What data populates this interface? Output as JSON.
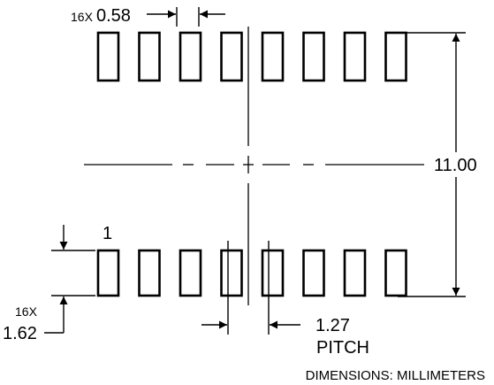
{
  "drawing": {
    "pads_per_row": 8,
    "pad_width_label": {
      "count": "16X",
      "value": "0.58"
    },
    "pad_length_label": {
      "count": "16X",
      "value": "1.62"
    },
    "span_label": "11.00",
    "pin1_label": "1",
    "pitch_label": {
      "value": "1.27",
      "caption": "PITCH"
    },
    "units_note": "DIMENSIONS: MILLIMETERS"
  }
}
